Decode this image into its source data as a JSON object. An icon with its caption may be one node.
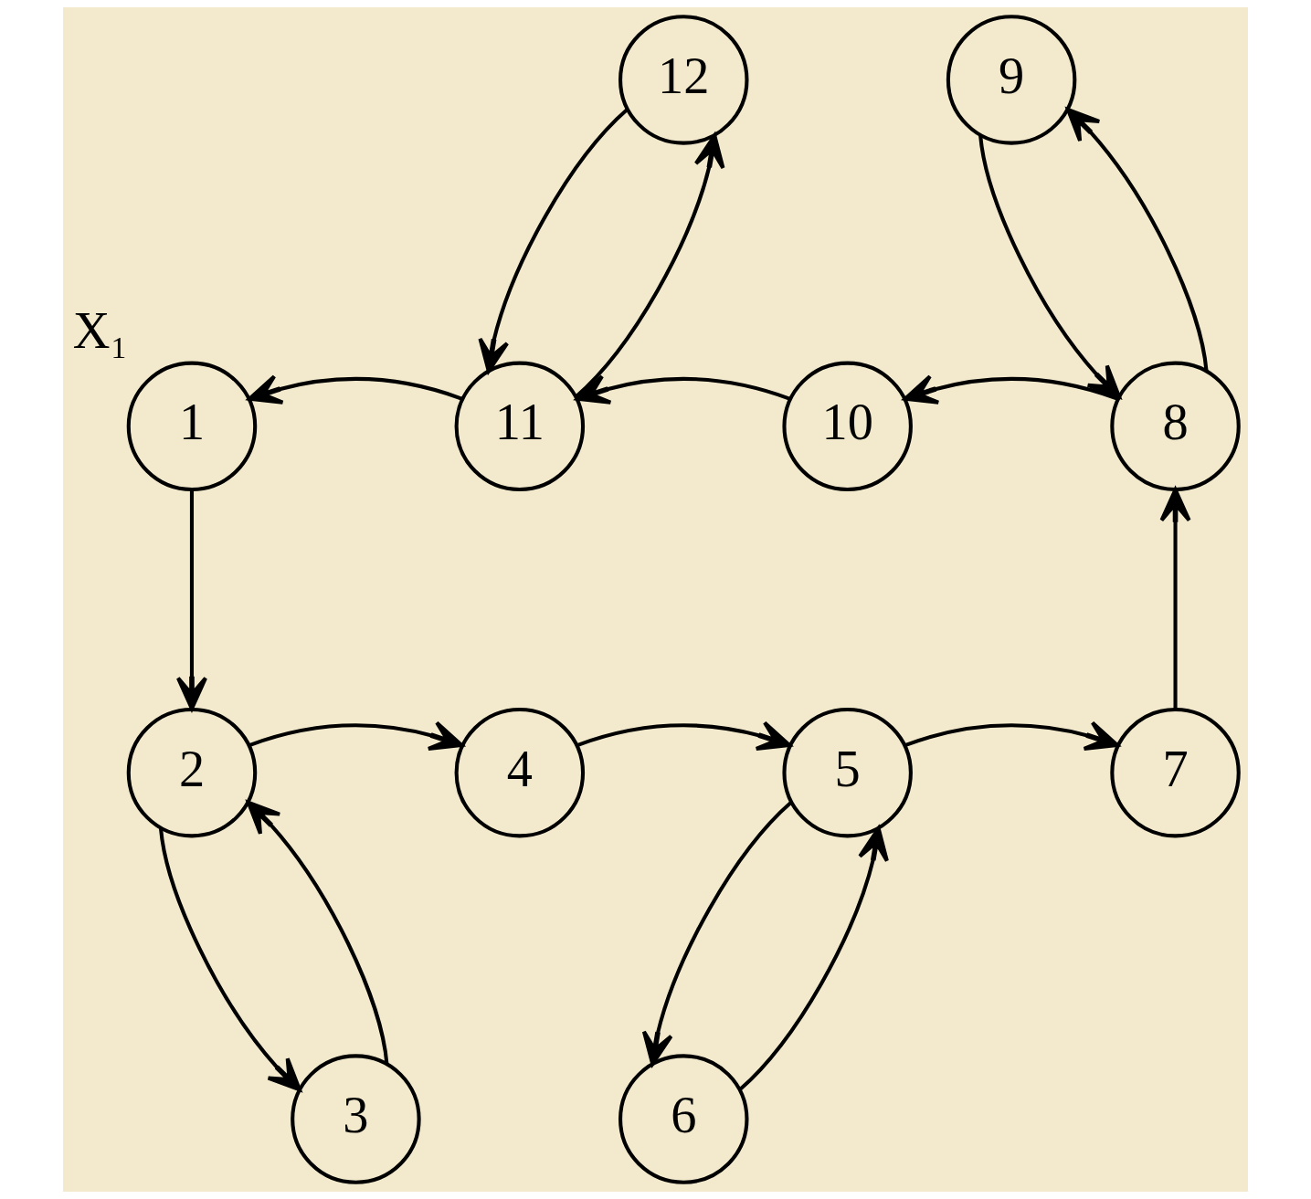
{
  "diagram": {
    "nodes": [
      {
        "text": [
          "12"
        ]
      },
      {
        "text": [
          "9"
        ]
      },
      {
        "text": [
          "1"
        ],
        "beside": [
          "X₁"
        ]
      },
      {
        "text": [
          "11"
        ]
      },
      {
        "text": [
          "10"
        ]
      },
      {
        "text": [
          "8"
        ]
      },
      {
        "text": [
          "2"
        ]
      },
      {
        "text": [
          "4"
        ]
      },
      {
        "text": [
          "5"
        ]
      },
      {
        "text": [
          "7"
        ]
      },
      {
        "text": [
          "3"
        ]
      },
      {
        "text": [
          "6"
        ]
      }
    ],
    "edges": [
      {
        "from": 2,
        "to": 6,
        "arrow": "to"
      },
      {
        "from": 6,
        "to": 7,
        "arrow": "to"
      },
      {
        "from": 7,
        "to": 8,
        "arrow": "to"
      },
      {
        "from": 8,
        "to": 9,
        "arrow": "to"
      },
      {
        "from": 9,
        "to": 5,
        "arrow": "to"
      },
      {
        "from": 5,
        "to": 4,
        "arrow": "to"
      },
      {
        "from": 4,
        "to": 3,
        "arrow": "to"
      },
      {
        "from": 3,
        "to": 2,
        "arrow": "to"
      },
      {
        "from": 3,
        "to": 0,
        "arrow": "to"
      },
      {
        "from": 0,
        "to": 3,
        "arrow": "to"
      },
      {
        "from": 5,
        "to": 1,
        "arrow": "to"
      },
      {
        "from": 1,
        "to": 5,
        "arrow": "to"
      },
      {
        "from": 6,
        "to": 10,
        "arrow": "to"
      },
      {
        "from": 10,
        "to": 6,
        "arrow": "to"
      },
      {
        "from": 8,
        "to": 11,
        "arrow": "to"
      },
      {
        "from": 11,
        "to": 8,
        "arrow": "to"
      }
    ]
  }
}
